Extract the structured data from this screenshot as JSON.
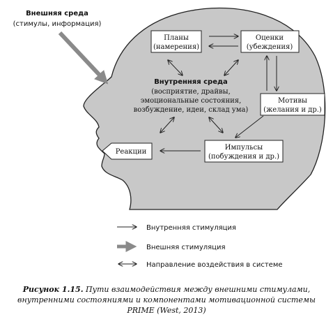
{
  "external_env": {
    "title": "Внешняя среда",
    "subtitle": "(стимулы, информация)"
  },
  "internal_env": {
    "title": "Внутренняя среда",
    "lines": [
      "(восприятие, драйвы,",
      "эмоциональные состояния,",
      "возбуждение, идеи, склад ума)"
    ]
  },
  "nodes": {
    "plans": {
      "label": "Планы",
      "sub": "(намерения)"
    },
    "evaluations": {
      "label": "Оценки",
      "sub": "(убеждения)"
    },
    "motives": {
      "label": "Мотивы",
      "sub": "(желания и др.)"
    },
    "impulses": {
      "label": "Импульсы",
      "sub": "(побуждения и др.)"
    },
    "reactions": {
      "label": "Реакции"
    }
  },
  "legend": [
    {
      "label": "Внутренняя стимуляция",
      "arrow": "thin-arrow"
    },
    {
      "label": "Внешняя стимуляция",
      "arrow": "thick-gray-arrow"
    },
    {
      "label": "Направление воздействия в системе",
      "arrow": "double-arrow"
    }
  ],
  "caption": {
    "label": "Рисунок 1.15.",
    "text": "Пути взаимодействия между внешними стимулами,",
    "line2": "внутренними состояниями и компонентами мотивационной системы",
    "line3": "PRIME (West, 2013)"
  },
  "colors": {
    "head_fill": "#c8c8c8",
    "external_arrow": "#8a8a8a",
    "box_fill": "#ffffff",
    "stroke": "#222222"
  }
}
